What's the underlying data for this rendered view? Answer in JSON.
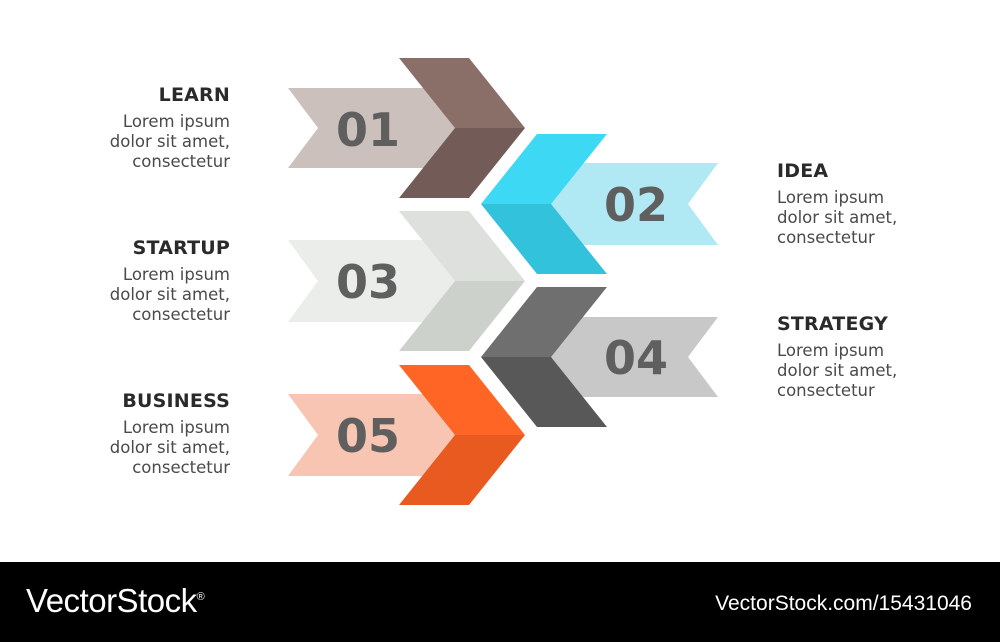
{
  "diagram": {
    "steps": [
      {
        "number": "01",
        "title": "LEARN",
        "desc": [
          "Lorem ipsum",
          "dolor sit amet,",
          "consectetur"
        ],
        "colors": {
          "ribbon": "#cbc0bc",
          "top": "#8a6f69",
          "bottom": "#735c57"
        }
      },
      {
        "number": "02",
        "title": "IDEA",
        "desc": [
          "Lorem ipsum",
          "dolor sit amet,",
          "consectetur"
        ],
        "colors": {
          "ribbon": "#b0e8f3",
          "top": "#3dd8f3",
          "bottom": "#32c2dc"
        }
      },
      {
        "number": "03",
        "title": "STARTUP",
        "desc": [
          "Lorem ipsum",
          "dolor sit amet,",
          "consectetur"
        ],
        "colors": {
          "ribbon": "#ebedea",
          "top": "#dde0dc",
          "bottom": "#cdd1cc"
        }
      },
      {
        "number": "04",
        "title": "STRATEGY",
        "desc": [
          "Lorem ipsum",
          "dolor sit amet,",
          "consectetur"
        ],
        "colors": {
          "ribbon": "#c8c8c8",
          "top": "#6f6f6f",
          "bottom": "#585858"
        }
      },
      {
        "number": "05",
        "title": "BUSINESS",
        "desc": [
          "Lorem ipsum",
          "dolor sit amet,",
          "consectetur"
        ],
        "colors": {
          "ribbon": "#f7c5b1",
          "top": "#ff6625",
          "bottom": "#e85a20"
        }
      }
    ]
  },
  "footer": {
    "brand": "VectorStock",
    "brand_mark": "®",
    "url": "VectorStock.com/15431046"
  }
}
